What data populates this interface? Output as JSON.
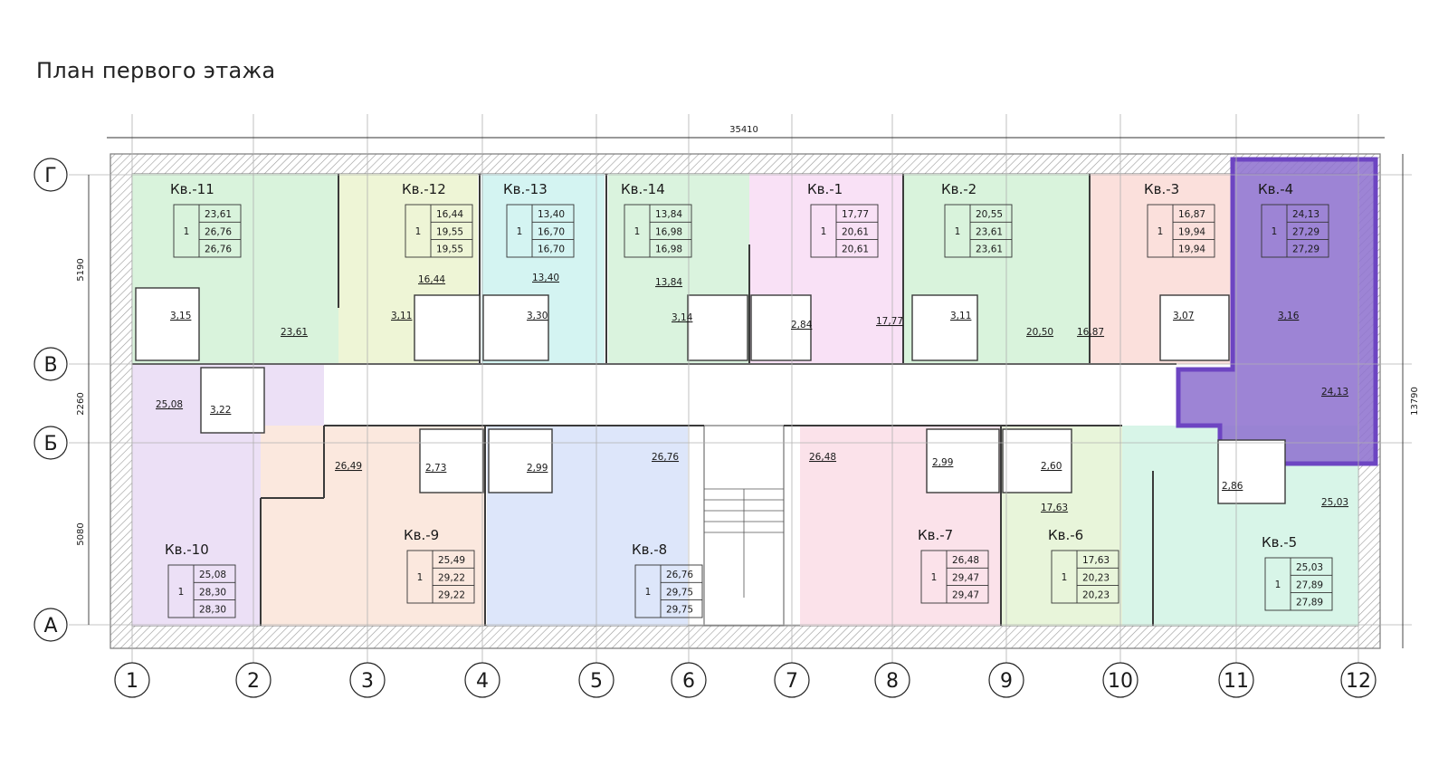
{
  "title": "План первого этажа",
  "colors": {
    "wall": "#8a8a8a",
    "hatch": "#9a9a9a",
    "grid_line": "#b0b0b0",
    "highlight_fill": "#8f73cf",
    "highlight_border": "#6d45c2"
  },
  "dimensions": {
    "total_width": "35410",
    "total_depth": "13790",
    "span_top": "5190",
    "span_mid": "2260",
    "span_bottom": "5080"
  },
  "axes": {
    "columns": [
      "1",
      "2",
      "3",
      "4",
      "5",
      "6",
      "7",
      "8",
      "9",
      "10",
      "11",
      "12"
    ],
    "rows": [
      "Г",
      "В",
      "Б",
      "А"
    ]
  },
  "apartments": [
    {
      "label": "Кв.-11",
      "rooms": "1",
      "a1": "23,61",
      "a2": "26,76",
      "a3": "26,76",
      "color": "#d9f3dc"
    },
    {
      "label": "Кв.-12",
      "rooms": "1",
      "a1": "16,44",
      "a2": "19,55",
      "a3": "19,55",
      "color": "#eef5d6"
    },
    {
      "label": "Кв.-13",
      "rooms": "1",
      "a1": "13,40",
      "a2": "16,70",
      "a3": "16,70",
      "color": "#d4f4f2"
    },
    {
      "label": "Кв.-14",
      "rooms": "1",
      "a1": "13,84",
      "a2": "16,98",
      "a3": "16,98",
      "color": "#daf3de"
    },
    {
      "label": "Кв.-1",
      "rooms": "1",
      "a1": "17,77",
      "a2": "20,61",
      "a3": "20,61",
      "color": "#f9e1f6"
    },
    {
      "label": "Кв.-2",
      "rooms": "1",
      "a1": "20,55",
      "a2": "23,61",
      "a3": "23,61",
      "color": "#d9f3dc"
    },
    {
      "label": "Кв.-3",
      "rooms": "1",
      "a1": "16,87",
      "a2": "19,94",
      "a3": "19,94",
      "color": "#fbe0dc"
    },
    {
      "label": "Кв.-4",
      "rooms": "1",
      "a1": "24,13",
      "a2": "27,29",
      "a3": "27,29",
      "color": "#8f73cf"
    },
    {
      "label": "Кв.-10",
      "rooms": "1",
      "a1": "25,08",
      "a2": "28,30",
      "a3": "28,30",
      "color": "#ece0f6"
    },
    {
      "label": "Кв.-9",
      "rooms": "1",
      "a1": "25,49",
      "a2": "29,22",
      "a3": "29,22",
      "color": "#fbe8de"
    },
    {
      "label": "Кв.-8",
      "rooms": "1",
      "a1": "26,76",
      "a2": "29,75",
      "a3": "29,75",
      "color": "#dde6fa"
    },
    {
      "label": "Кв.-7",
      "rooms": "1",
      "a1": "26,48",
      "a2": "29,47",
      "a3": "29,47",
      "color": "#fbe2ea"
    },
    {
      "label": "Кв.-6",
      "rooms": "1",
      "a1": "17,63",
      "a2": "20,23",
      "a3": "20,23",
      "color": "#e8f5da"
    },
    {
      "label": "Кв.-5",
      "rooms": "1",
      "a1": "25,03",
      "a2": "27,89",
      "a3": "27,89",
      "color": "#d8f5e8"
    }
  ],
  "room_areas": {
    "a11_main": "23,61",
    "a11_bath": "3,15",
    "a12_main": "16,44",
    "a12_bath": "3,11",
    "a13_main": "13,40",
    "a13_bath": "3,30",
    "a14_main": "13,84",
    "a14_bath": "3,14",
    "a1_main": "17,77",
    "a1_bath": "2,84",
    "a2_main": "20,50",
    "a2_bath": "3,11",
    "a3_main": "16,87",
    "a3_bath": "3,07",
    "a4_main": "24,13",
    "a4_bath": "3,16",
    "a10_main": "25,08",
    "a10_bath": "3,22",
    "a9_main": "26,49",
    "a9_bath": "2,73",
    "a8_main": "26,76",
    "a8_bath": "2,99",
    "a7_main": "26,48",
    "a7_bath": "2,99",
    "a6_main": "17,63",
    "a6_bath": "2,60",
    "a5_main": "25,03",
    "a5_bath": "2,86"
  }
}
